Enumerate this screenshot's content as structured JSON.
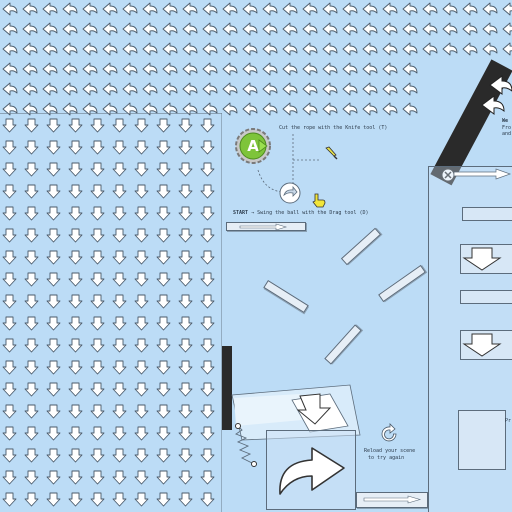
{
  "tutorial": {
    "cut_rope": "Cut the rope with the Knife tool (T)",
    "start_prefix": "START",
    "swing_ball": "Swing the ball with the Drag tool (D)",
    "reload_line1": "Reload your scene",
    "reload_line2": "to try again"
  },
  "right_panel": {
    "label_we": "We",
    "label_fro": "Fro",
    "label_and": "and",
    "label_pr": "Pr"
  },
  "icons": {
    "logo": "algodoo-logo-icon",
    "drag": "drag-hand-icon",
    "knife": "knife-icon",
    "reload": "reload-icon"
  },
  "colors": {
    "background": "#bcdcf6",
    "arrow_fill": "#ffffff",
    "line": "#5c6c7c",
    "dark_bar": "#2a2a2a",
    "logo_green": "#7ec43a"
  }
}
